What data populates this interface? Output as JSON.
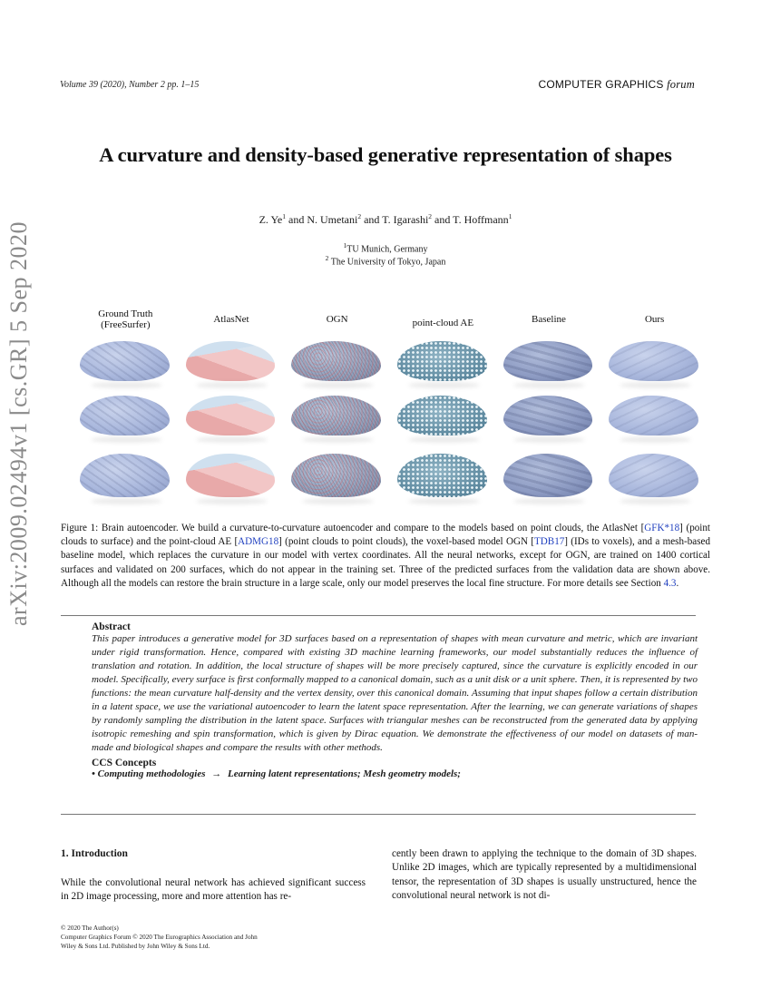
{
  "header": {
    "journal_info": "Volume 39 (2020), Number 2 pp. 1–15",
    "journal_name": "COMPUTER GRAPHICS",
    "journal_name_italic": "forum"
  },
  "arxiv_stamp": "arXiv:2009.02494v1  [cs.GR]  5 Sep 2020",
  "title": "A curvature and density-based generative representation of shapes",
  "authors": [
    {
      "name": "Z. Ye",
      "aff": "1"
    },
    {
      "name": "N. Umetani",
      "aff": "2"
    },
    {
      "name": "T. Igarashi",
      "aff": "2"
    },
    {
      "name": "T. Hoffmann",
      "aff": "1"
    }
  ],
  "author_separator": " and ",
  "affiliations": [
    {
      "num": "1",
      "text": "TU Munich, Germany"
    },
    {
      "num": "2",
      "text": " The University of Tokyo, Japan"
    }
  ],
  "figure": {
    "columns": [
      {
        "label_line1": "Ground Truth",
        "label_line2": "(FreeSurfer)",
        "style": "b-gt"
      },
      {
        "label_line1": "AtlasNet",
        "label_line2": "",
        "style": "b-atlas"
      },
      {
        "label_line1": "OGN",
        "label_line2": "",
        "style": "b-ogn"
      },
      {
        "label_line1": "point-cloud AE",
        "label_line2": "",
        "style": "b-pc"
      },
      {
        "label_line1": "Baseline",
        "label_line2": "",
        "style": "b-base"
      },
      {
        "label_line1": "Ours",
        "label_line2": "",
        "style": "b-ours"
      }
    ],
    "rows": 3,
    "caption_parts": [
      {
        "t": "Figure 1: Brain autoencoder. We build a curvature-to-curvature autoencoder and compare to the models based on point clouds, the AtlasNet "
      },
      {
        "t": "[",
        "c": false
      },
      {
        "t": "GFK*18",
        "c": true
      },
      {
        "t": "] (point clouds to surface) and the point-cloud AE [",
        "c": false
      },
      {
        "t": "ADMG18",
        "c": true
      },
      {
        "t": "] (point clouds to point clouds), the voxel-based model OGN [",
        "c": false
      },
      {
        "t": "TDB17",
        "c": true
      },
      {
        "t": "] (IDs to voxels), and a mesh-based baseline model, which replaces the curvature in our model with vertex coordinates. All the neural networks, except for OGN, are trained on 1400 cortical surfaces and validated on 200 surfaces, which do not appear in the training set. Three of the predicted surfaces from the validation data are shown above. Although all the models can restore the brain structure in a large scale, only our model preserves the local fine structure. For more details see Section ",
        "c": false
      },
      {
        "t": "4.3",
        "c": true
      },
      {
        "t": ".",
        "c": false
      }
    ]
  },
  "abstract": {
    "heading": "Abstract",
    "text": "This paper introduces a generative model for 3D surfaces based on a representation of shapes with mean curvature and metric, which are invariant under rigid transformation. Hence, compared with existing 3D machine learning frameworks, our model substantially reduces the influence of translation and rotation. In addition, the local structure of shapes will be more precisely captured, since the curvature is explicitly encoded in our model. Specifically, every surface is first conformally mapped to a canonical domain, such as a unit disk or a unit sphere. Then, it is represented by two functions: the mean curvature half-density and the vertex density, over this canonical domain. Assuming that input shapes follow a certain distribution in a latent space, we use the variational autoencoder to learn the latent space representation. After the learning, we can generate variations of shapes by randomly sampling the distribution in the latent space. Surfaces with triangular meshes can be reconstructed from the generated data by applying isotropic remeshing and spin transformation, which is given by Dirac equation. We demonstrate the effectiveness of our model on datasets of man-made and biological shapes and compare the results with other methods."
  },
  "ccs": {
    "heading": "CCS Concepts",
    "bullet": "•",
    "category": "Computing methodologies",
    "arrow": "→",
    "concepts": "Learning latent representations; Mesh geometry models;"
  },
  "introduction": {
    "heading": "1.  Introduction",
    "col1_text": "While the convolutional neural network has achieved significant success in 2D image processing, more and more attention has re-",
    "col2_text": "cently been drawn to applying the technique to the domain of 3D shapes. Unlike 2D images, which are typically represented by a multidimensional tensor, the representation of 3D shapes is usually unstructured, hence the convolutional neural network is not di-"
  },
  "footer": {
    "line1": "© 2020 The Author(s)",
    "line2": "Computer Graphics Forum © 2020 The Eurographics Association and John",
    "line3": "Wiley & Sons Ltd. Published by John Wiley & Sons Ltd."
  }
}
